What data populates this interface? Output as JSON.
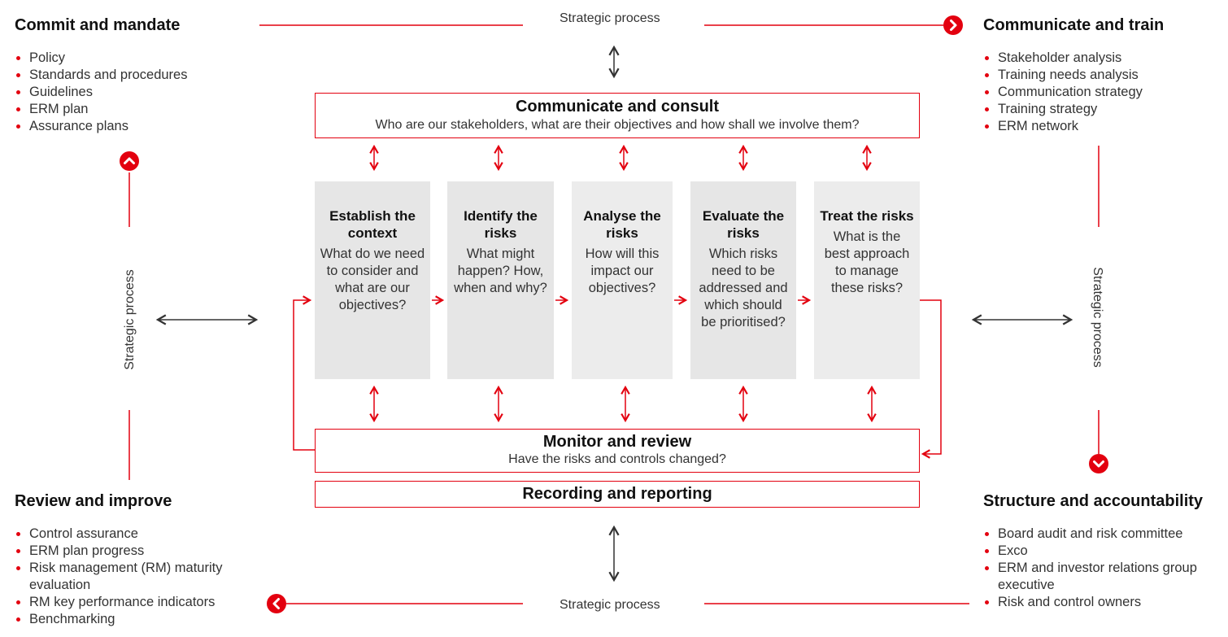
{
  "strategic_process_label": "Strategic process",
  "corners": {
    "top_left": {
      "title": "Commit and mandate",
      "items": [
        "Policy",
        "Standards and procedures",
        "Guidelines",
        "ERM plan",
        "Assurance plans"
      ]
    },
    "top_right": {
      "title": "Communicate and train",
      "items": [
        "Stakeholder analysis",
        "Training needs analysis",
        "Communication strategy",
        "Training strategy",
        "ERM network"
      ]
    },
    "bottom_left": {
      "title": "Review and improve",
      "items": [
        "Control assurance",
        "ERM plan progress",
        "Risk management (RM) maturity evaluation",
        "RM key performance indicators",
        "Benchmarking"
      ]
    },
    "bottom_right": {
      "title": "Structure and accountability",
      "items": [
        "Board audit and risk committee",
        "Exco",
        "ERM and investor relations group executive",
        "Risk and control owners"
      ]
    }
  },
  "communicate": {
    "title": "Communicate and consult",
    "subtitle": "Who are our stakeholders, what are their objectives and how shall we involve them?"
  },
  "steps": [
    {
      "title": "Establish the context",
      "question": "What do we need to consider and what are our objectives?"
    },
    {
      "title": "Identify the risks",
      "question": "What might happen? How, when and why?"
    },
    {
      "title": "Analyse the risks",
      "question": "How will this impact our objectives?"
    },
    {
      "title": "Evaluate the risks",
      "question": "Which risks need to be addressed and which should be prioritised?"
    },
    {
      "title": "Treat the risks",
      "question": "What is the best approach to manage these risks?"
    }
  ],
  "monitor": {
    "title": "Monitor and review",
    "subtitle": "Have the risks and controls changed?"
  },
  "recording": {
    "title": "Recording and reporting"
  },
  "colors": {
    "accent": "#e3000f",
    "step_fill": "#e6e6e6",
    "arrow_dark": "#333333"
  },
  "icons": [
    "chevron-right-icon",
    "chevron-up-icon",
    "chevron-down-icon",
    "chevron-left-icon"
  ]
}
